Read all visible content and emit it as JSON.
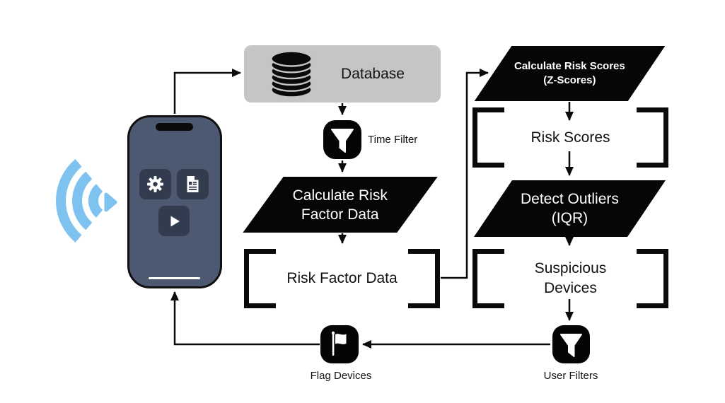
{
  "nodes": {
    "database": {
      "label": "Database"
    },
    "time_filter": {
      "label": "Time Filter"
    },
    "calc_risk_factor": {
      "line1": "Calculate Risk",
      "line2": "Factor Data"
    },
    "risk_factor_data": {
      "label": "Risk Factor Data"
    },
    "calc_risk_scores": {
      "line1": "Calculate Risk Scores",
      "line2": "(Z-Scores)"
    },
    "risk_scores": {
      "label": "Risk Scores"
    },
    "detect_outliers": {
      "line1": "Detect Outliers",
      "line2": "(IQR)"
    },
    "suspicious_devices": {
      "line1": "Suspicious",
      "line2": "Devices"
    },
    "flag_devices": {
      "label": "Flag Devices"
    },
    "user_filters": {
      "label": "User Filters"
    }
  },
  "icons": {
    "wifi": "wifi-signal-icon",
    "phone_settings": "gear-icon",
    "phone_report": "document-icon",
    "phone_run": "play-icon",
    "database": "database-cylinder-icon",
    "time_filter": "funnel-icon",
    "user_filters": "funnel-icon",
    "flag_devices": "flag-icon"
  },
  "colors": {
    "background": "#ffffff",
    "node_black": "#0a0a0a",
    "database_box_gray": "#c5c5c5",
    "phone_body": "#4d5971",
    "phone_button": "#333c4f",
    "wifi_blue": "#7ec2f0",
    "text_dark": "#111111",
    "text_light": "#ffffff"
  }
}
